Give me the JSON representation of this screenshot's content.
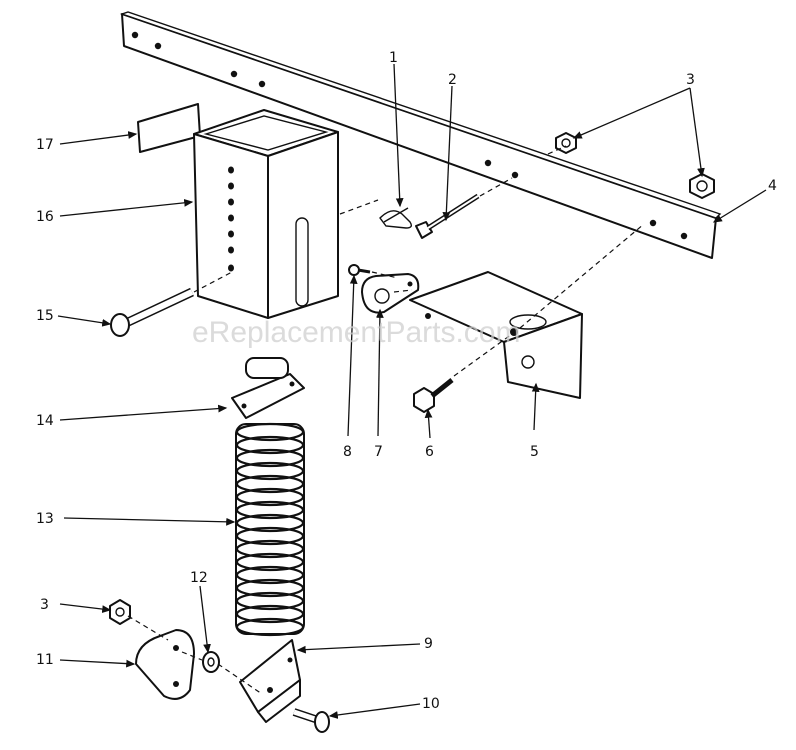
{
  "watermark": "eReplacementParts.com",
  "callouts": {
    "c1": "1",
    "c2": "2",
    "c3a": "3",
    "c4": "4",
    "c5": "5",
    "c6": "6",
    "c7": "7",
    "c8": "8",
    "c9": "9",
    "c10": "10",
    "c11": "11",
    "c12": "12",
    "c3b": "3",
    "c13": "13",
    "c14": "14",
    "c15": "15",
    "c16": "16",
    "c17": "17"
  }
}
